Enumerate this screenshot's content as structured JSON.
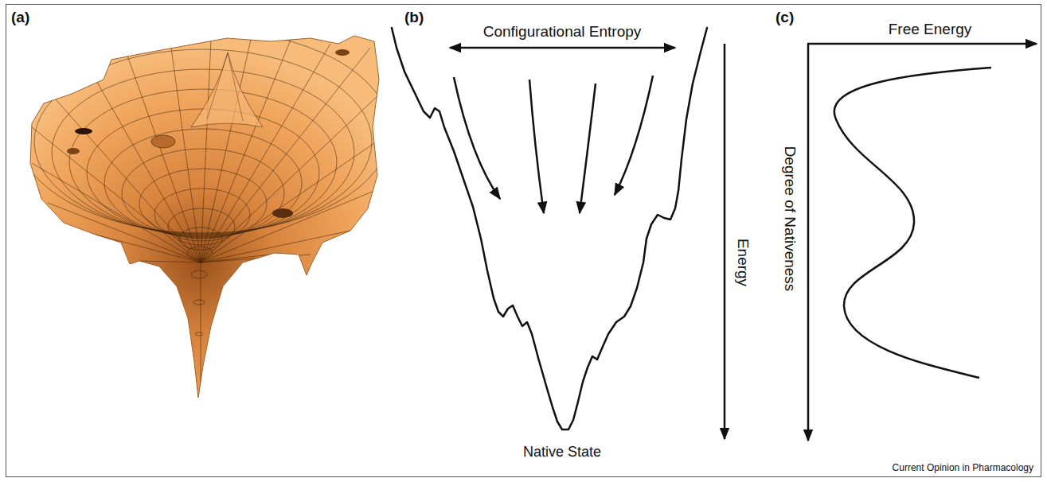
{
  "diagram": {
    "labels": [
      "(a)",
      "(b)",
      "Configurational Entropy",
      "Energy",
      "Native State",
      "(c)",
      "Free Energy",
      "Degree of Nativeness",
      "Current Opinion in Pharmacology"
    ]
  }
}
